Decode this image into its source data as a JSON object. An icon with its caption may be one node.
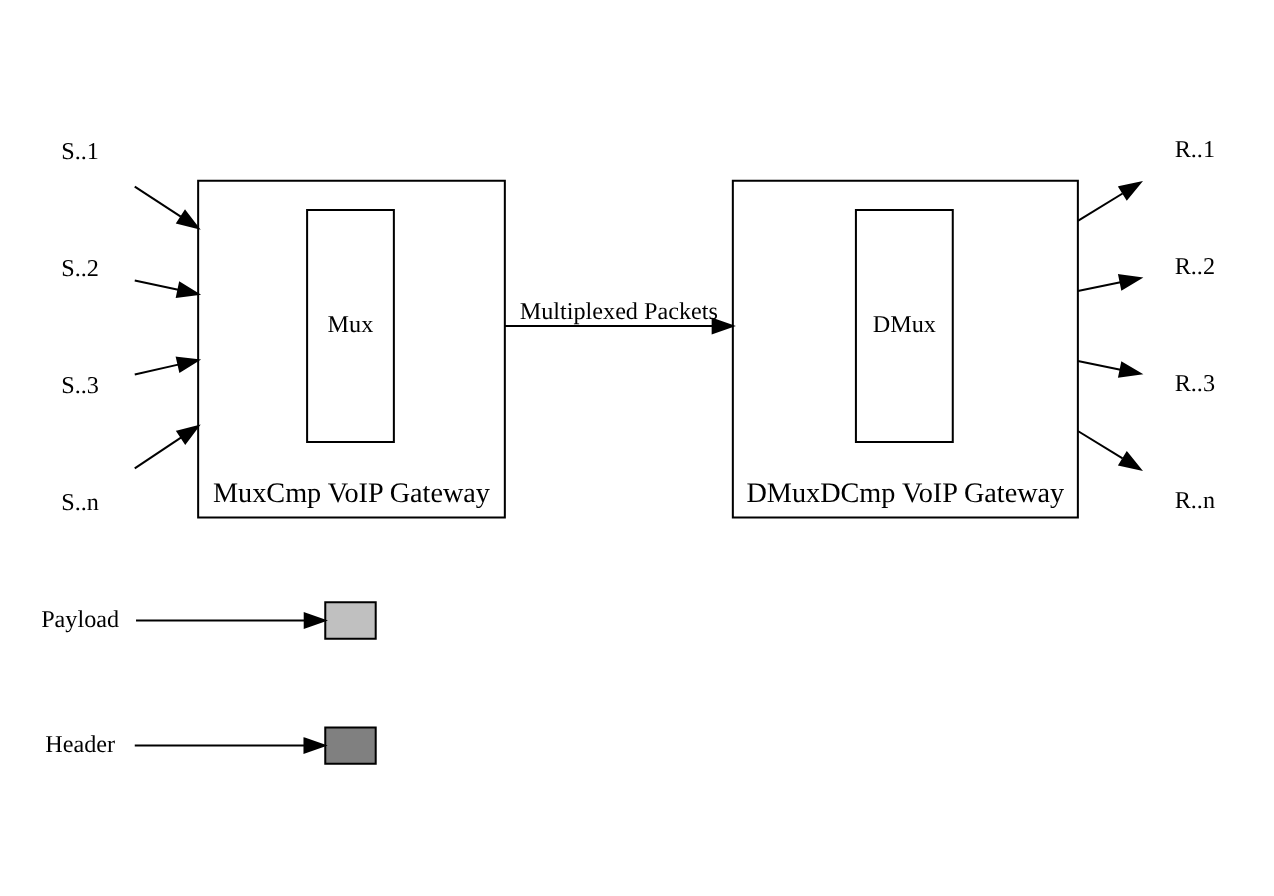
{
  "diagram": {
    "nodes": [
      {
        "text": [
          "Payload"
        ]
      },
      {
        "text": [
          "Header"
        ]
      },
      {
        "text": [],
        "shape": "box"
      },
      {
        "text": [],
        "shape": "box"
      },
      {
        "text": [
          "S..1"
        ]
      },
      {
        "text": [
          "S..2"
        ]
      },
      {
        "text": [
          "S..3"
        ]
      },
      {
        "text": [
          "S..n"
        ]
      },
      {
        "text": [
          "MuxCmp VoIP Gateway"
        ]
      },
      {
        "text": [
          "Mux"
        ],
        "in": 8
      },
      {
        "text": [
          "DMuxDCmp VoIP Gateway"
        ]
      },
      {
        "text": [
          "DMux"
        ],
        "in": 10
      },
      {
        "text": [
          "R..1"
        ]
      },
      {
        "text": [
          "R..2"
        ]
      },
      {
        "text": [
          "R..3"
        ]
      },
      {
        "text": [
          "R..n"
        ]
      }
    ],
    "edges": [
      {
        "from": 0,
        "to": 2,
        "arrow": "to"
      },
      {
        "from": 1,
        "to": 3,
        "arrow": "to"
      },
      {
        "from": 4,
        "to": 8,
        "arrow": "to"
      },
      {
        "from": 5,
        "to": 8,
        "arrow": "to"
      },
      {
        "from": 6,
        "to": 8,
        "arrow": "to"
      },
      {
        "from": 7,
        "to": 8,
        "arrow": "to"
      },
      {
        "from": 8,
        "to": 10,
        "arrow": "to",
        "label": "Multiplexed Packets"
      },
      {
        "from": 10,
        "to": 12,
        "arrow": "to"
      },
      {
        "from": 10,
        "to": 13,
        "arrow": "to"
      },
      {
        "from": 10,
        "to": 14,
        "arrow": "to"
      },
      {
        "from": 10,
        "to": 15,
        "arrow": "to"
      }
    ]
  }
}
